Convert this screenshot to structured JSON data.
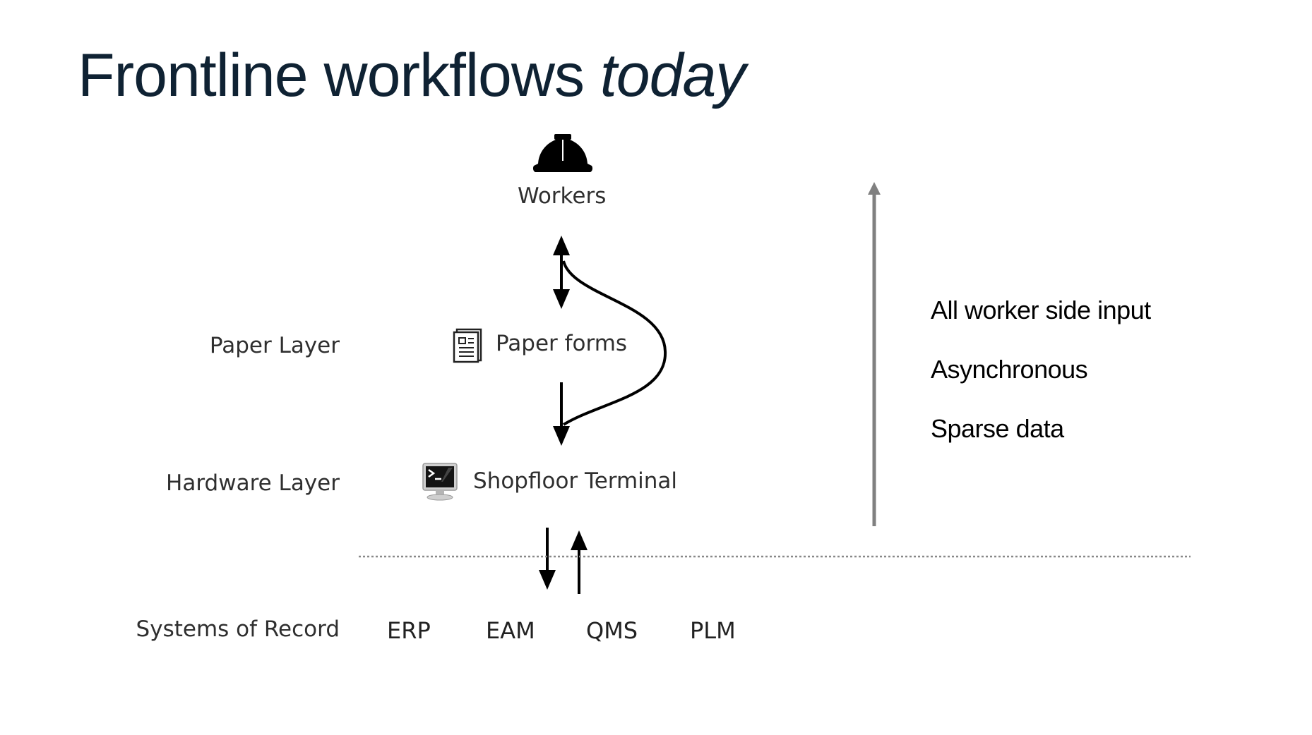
{
  "slide": {
    "title_main": "Frontline workflows",
    "title_emphasis": "today"
  },
  "nodes": {
    "workers": "Workers",
    "paper_forms": "Paper forms",
    "shopfloor_terminal": "Shopfloor Terminal"
  },
  "layers": {
    "paper": "Paper Layer",
    "hardware": "Hardware Layer",
    "systems": "Systems of Record"
  },
  "systems_of_record": [
    "ERP",
    "EAM",
    "QMS",
    "PLM"
  ],
  "characteristics": [
    "All worker side input",
    "Asynchronous",
    "Sparse data"
  ],
  "icons": {
    "workers": "hard-hat-icon",
    "paper_forms": "document-icon",
    "shopfloor_terminal": "terminal-monitor-icon"
  },
  "colors": {
    "title": "#0f2233",
    "arrows": "#000000",
    "side_arrow": "#808080",
    "divider": "#888888"
  }
}
